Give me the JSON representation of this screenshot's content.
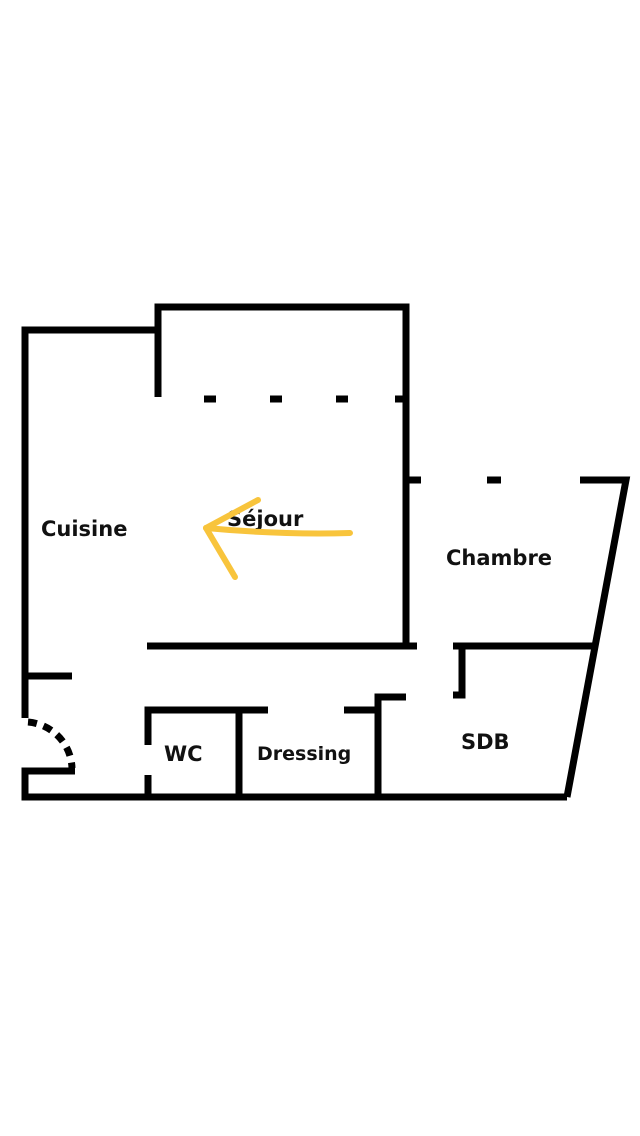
{
  "rooms": {
    "cuisine": "Cuisine",
    "sejour": "Séjour",
    "chambre": "Chambre",
    "wc": "WC",
    "dressing": "Dressing",
    "sdb": "SDB"
  },
  "colors": {
    "wall": "#000000",
    "annotation": "#f8c43c",
    "background": "#ffffff"
  },
  "annotation": {
    "icon": "arrow-left-icon"
  }
}
